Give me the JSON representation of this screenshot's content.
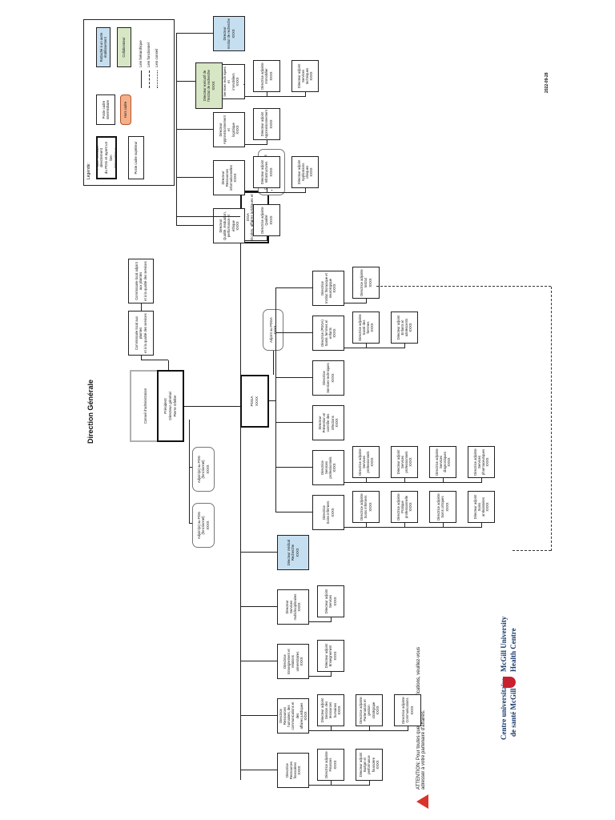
{
  "header": {
    "title": "Direction Générale",
    "date": "2022-09-28",
    "logo_line1": "Centre universitaire",
    "logo_line2": "de santé McGill",
    "logo_line3": "McGill University",
    "logo_line4": "Health Centre",
    "warning_text": "ATTENTION: Pour toutes questions ou modifications, veuillez-vous adresser à votre partenaire d'affaires."
  },
  "top": {
    "board": "Conseil d'administration",
    "pdg": "Président\nDirecteur général\nPierre Gfeller",
    "committee1": "Commissaire local aux plaintes\net à la qualité des services",
    "committee2": "Commissaire local adjoint aux plaintes\net à la qualité des services"
  },
  "advisors": [
    "Adjoint(e) au PDG\n(fonctionnel)\nXXXX",
    "Adjoint(e) au PDG\n(fonctionnel)\nXXXX"
  ],
  "pdga": "PDGA\nXXXX",
  "dga": "DGA\nÉcoles, affaires juridiques et\nperformance\nXXXX",
  "adjoint_pdga": "Adjoint au PDGA\nXXXX",
  "adjoint_dga": "Conseillère aux affaires\njuridiques et à la performance\nXXXX",
  "left_directors": [
    {
      "title": "Directrice\nRessources financières\nXXXX",
      "subs": [
        "Directrice adjointe\nFinances\nXXXX",
        "Directeur adjoint\nBudget et performance\nfinancière\nXXXX"
      ]
    },
    {
      "title": "Directrice\nRessources humaines, des\ncommunications et des\naffaires juridiques\nXXXX",
      "subs": [
        "Directeur adjoint\nGestion des ressources\nhumaines\nXXXX",
        "Directrice adjointe\nPartenariats et\ngestion stratégique\nXXXX",
        "Directrice adjointe\nCommunications\nXXXX"
      ]
    },
    {
      "title": "Directrice\nEnseignement et relations\nuniversitaires\nXXXX",
      "subs": [
        "Directeur adjoint\nEnseignement\nXXXX"
      ]
    },
    {
      "title": "Directeur\nServices multidisciplinaires\nXXXX",
      "subs": [
        "Directeur adjoint\nServices\nXXXX"
      ]
    },
    {
      "title": "Directeur médical\nRecherche\nXXXX",
      "subs": [],
      "blue": true
    }
  ],
  "mid_directors": [
    {
      "title": "Directrice\nSoins infirmiers\nXXXX",
      "subs": [
        "Directrice adjointe\nSoins infirmiers\nXXXX",
        "Directrice adjointe\nPratique professionnelle\nXXXX",
        "Directrice adjointe\nSoins critiques\nXXXX",
        "Directeur adjoint\nSoins ambulatoires\nXXXX"
      ]
    },
    {
      "title": "Directrice\nServices professionnels\nXXXX",
      "subs": [
        "Directrice adjointe\nServices professionnels\nXXXX",
        "Directeur adjoint\nServices professionnels\nXXXX",
        "Directrice adjointe\nServices diagnostiques\nXXXX",
        "Directrice adjointe\nServices pharmaceutiques\nXXXX"
      ]
    },
    {
      "title": "Directeur\nPrévention et contrôle des\ninfections\nXXXX",
      "subs": []
    },
    {
      "title": "Directrice\nServices techniques\nXXXX",
      "subs": []
    },
    {
      "title": "Directrice (PDGA)\nSanté, femmes et\nenfants\nXXXX",
      "subs": [
        "Directrice adjointe\nSanté des femmes\nXXXX",
        "Directeur adjoint\nEnfants et adolescents\nXXXX"
      ]
    },
    {
      "title": "Directrice\nInstitut thoracique et\nneurologique\nXXXX",
      "subs": [
        "Directrice adjointe\nInstitut\nXXXX"
      ]
    }
  ],
  "right_directors": [
    {
      "title": "Directeur\nQualité, évaluation,\nperformance et éthique\nXXXX",
      "subs": [
        "Directrice adjointe\nQualité\nXXXX"
      ]
    },
    {
      "title": "Directeur\nRessources\ninformationnelles\nXXXX",
      "subs": [
        "Directeur adjoint\nInfrastructures\nXXXX",
        "Directeur adjoint\nApplications cliniques\nXXXX"
      ]
    },
    {
      "title": "Directeur\nApprovisionnement et\nlogistique\nXXXX",
      "subs": [
        "Directeur adjoint\nApprovisionnement\nXXXX"
      ]
    },
    {
      "title": "Directeur\nServices techniques et\nimmobiliers\nXXXX",
      "subs": [
        "Directrice adjointe\nImmobilier\nXXXX",
        "Directeur adjoint\nServices techniques\nXXXX"
      ]
    },
    {
      "title": "Directeur\nInstitut de recherche\nXXXX",
      "subs": [],
      "blue": true
    }
  ],
  "research_box": "Directeur exécutif de\nl'Institut de recherche\nXXXX",
  "legend": {
    "title": "Légende:",
    "item_pdg_link": "Poste relevant directement\ndu PDG et ayant un lien\nhiérarchique",
    "item_cadre": "Poste cadre\nintermédiaire",
    "item_fonctionnel": "Poste fonctionnel",
    "item_hors": "Hors cadre",
    "item_rattache": "Rattaché à un autre établissement",
    "item_collab": "Collaborateur",
    "line_hier": "Lien hiérarchique",
    "line_fonc": "Lien fonctionnel",
    "line_conseil": "Lien conseil",
    "item_poste": "Poste cadre supérieur"
  },
  "colors": {
    "blue": "#c6dff0",
    "green": "#d7e6c5",
    "orange": "#f4b08a"
  }
}
